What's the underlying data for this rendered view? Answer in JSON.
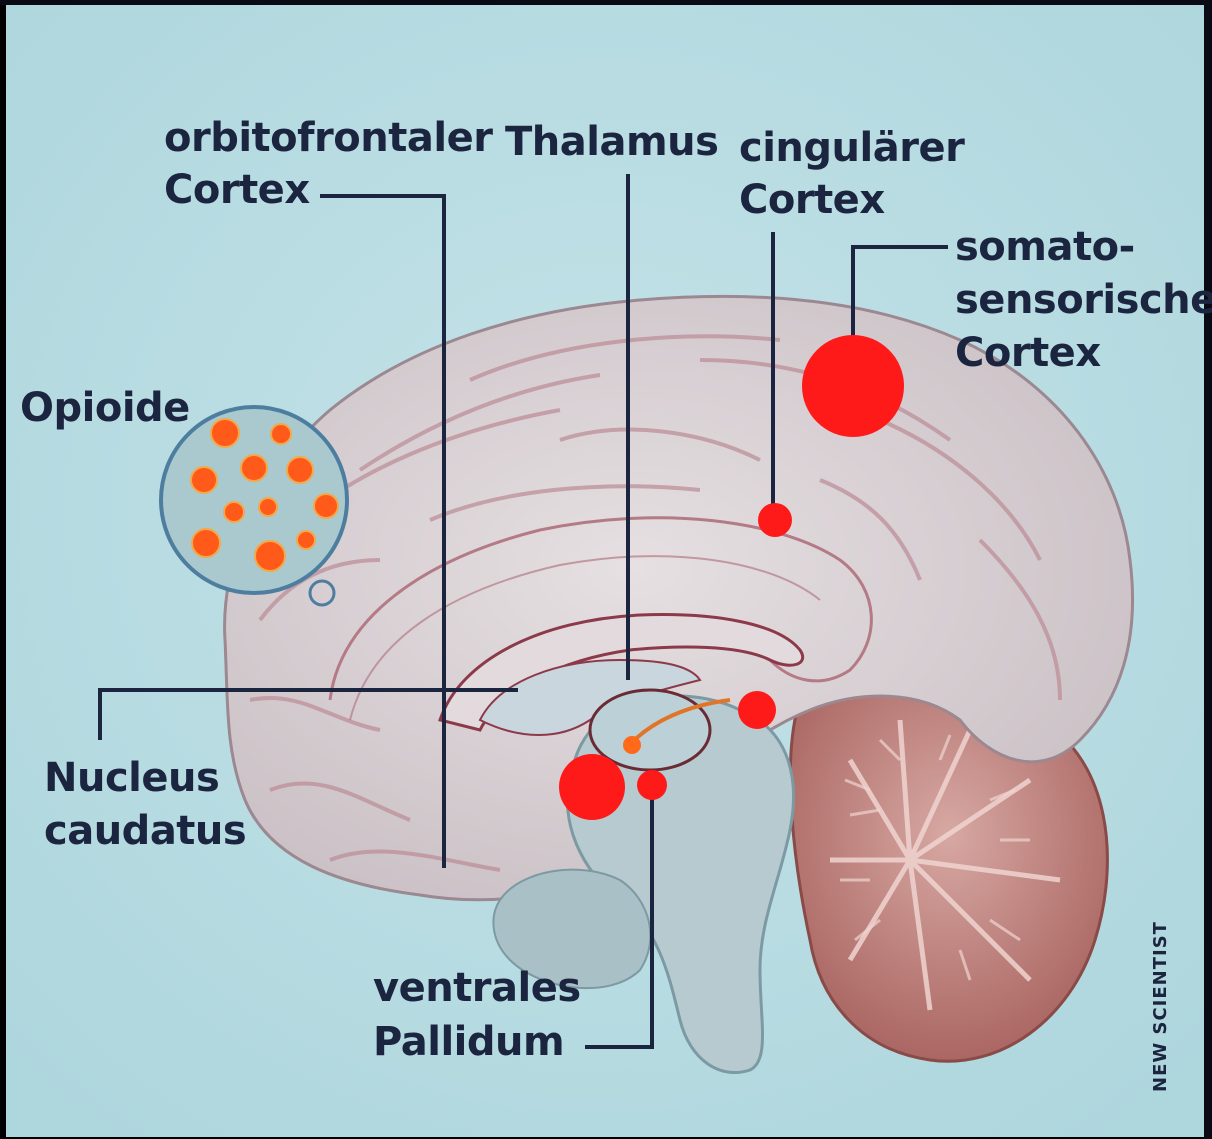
{
  "labels": {
    "orbitofrontal_line1": "orbitofrontaler",
    "orbitofrontal_line2": "Cortex",
    "thalamus": "Thalamus",
    "cingulate_line1": "cingulärer",
    "cingulate_line2": "Cortex",
    "somato_line1": "somato-",
    "somato_line2": "sensorischer",
    "somato_line3": "Cortex",
    "opioide": "Opioide",
    "nucleus_line1": "Nucleus",
    "nucleus_line2": "caudatus",
    "pallidum_line1": "ventrales",
    "pallidum_line2": "Pallidum"
  },
  "credit": "NEW SCIENTIST",
  "colors": {
    "background": "#b9dde3",
    "brain": "#d8d2d6",
    "brain_fold": "#b98e97",
    "brainstem": "#b8ccd2",
    "cerebellum": "#b0706c",
    "marker": "#ff1a1a",
    "opioid_dot": "#ff5a1a",
    "opioid_circle": "#a9c9ce",
    "leader_line": "#1c2540",
    "text": "#1c2540"
  },
  "icons": [
    "opioid-molecule-icon",
    "activation-marker-icon"
  ]
}
